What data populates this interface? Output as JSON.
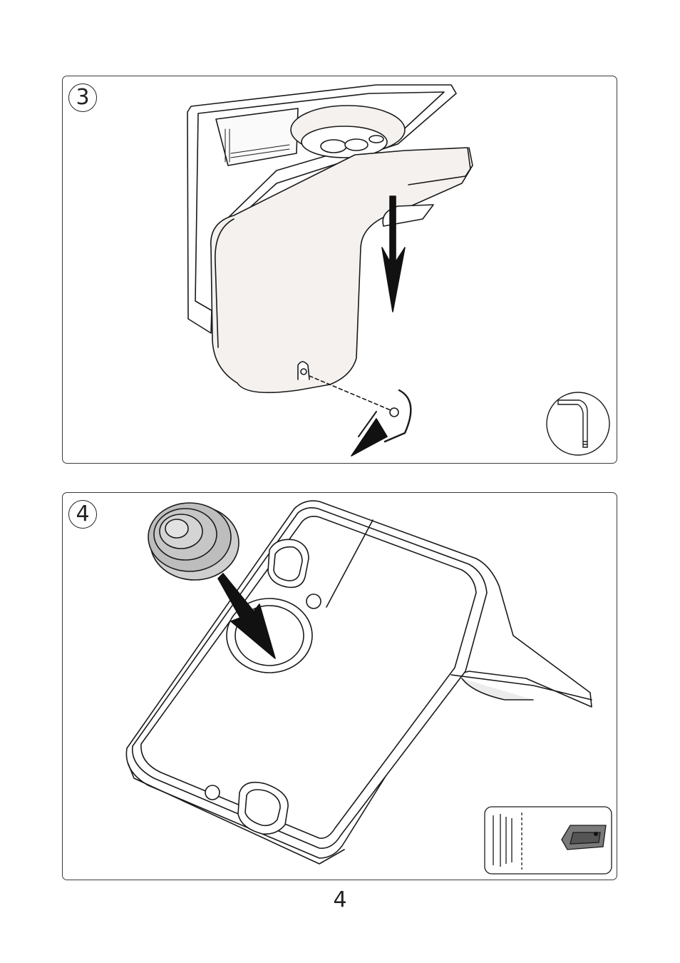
{
  "steps": [
    {
      "number": "3",
      "tool_icon": "hex-key-icon"
    },
    {
      "number": "4",
      "tool_icon": "utility-knife-icon"
    }
  ],
  "page_number": "4",
  "colors": {
    "line": "#1a1a1a",
    "part_fill": "#f4f1ee",
    "grommet": "#bdbdbd",
    "panel_border": "#3a3a3a"
  }
}
